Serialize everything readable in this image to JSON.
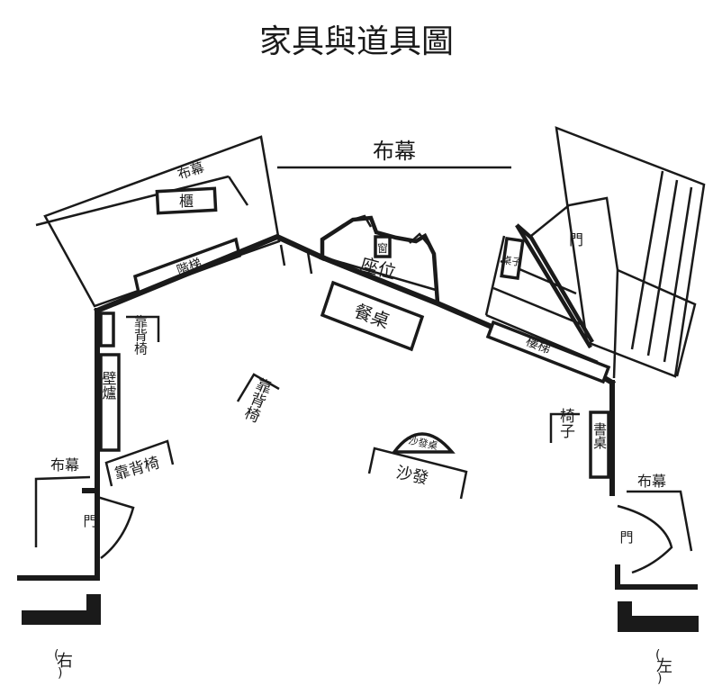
{
  "title": "家具與道具圖",
  "labels": {
    "curtain_top": "布幕",
    "curtain_left_platform": "布幕",
    "cabinet": "櫃",
    "steps_left": "階梯",
    "window": "窗",
    "seat": "座位",
    "dining_table": "餐桌",
    "small_table": "桌子",
    "door_top_right": "門",
    "stairs_right": "樓梯",
    "side_chair_top": "靠背椅",
    "fireplace": "壁爐",
    "side_chair_mid": "靠背椅",
    "side_chair_bottom": "靠背椅",
    "curtain_left": "布幕",
    "door_left": "門",
    "sofa_table": "沙發桌",
    "sofa": "沙發",
    "chair_right": "椅子",
    "desk": "書桌",
    "curtain_right": "布幕",
    "door_right": "門",
    "stage_right_mark": "右",
    "stage_left_mark": "左"
  }
}
